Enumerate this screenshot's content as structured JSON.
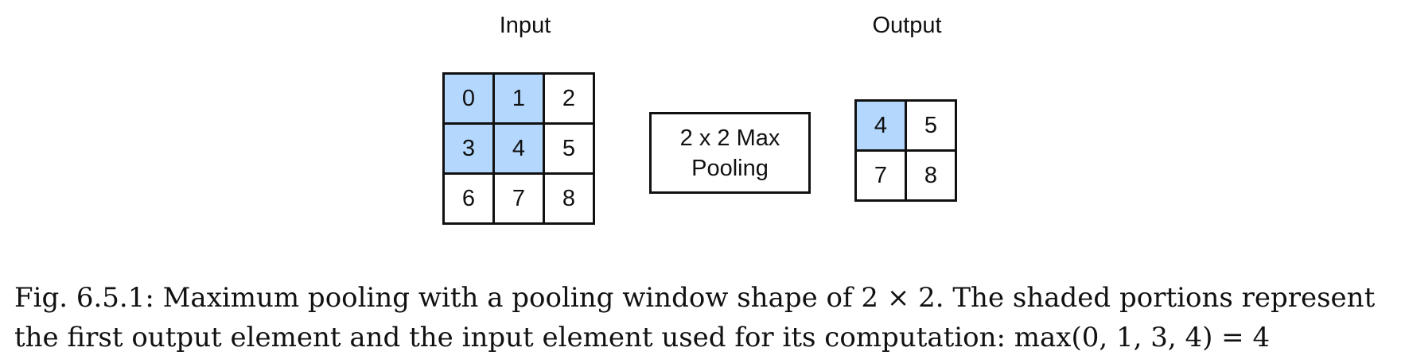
{
  "diagram": {
    "input_title": "Input",
    "output_title": "Output",
    "input": {
      "rows": [
        [
          "0",
          "1",
          "2"
        ],
        [
          "3",
          "4",
          "5"
        ],
        [
          "6",
          "7",
          "8"
        ]
      ],
      "shaded": [
        [
          true,
          true,
          false
        ],
        [
          true,
          true,
          false
        ],
        [
          false,
          false,
          false
        ]
      ]
    },
    "operation": {
      "line1": "2 x 2 Max",
      "line2": "Pooling"
    },
    "output": {
      "rows": [
        [
          "4",
          "5"
        ],
        [
          "7",
          "8"
        ]
      ],
      "shaded": [
        [
          true,
          false
        ],
        [
          false,
          false
        ]
      ]
    },
    "shade_color": "#b3d7fd"
  },
  "caption": {
    "line1": "Fig. 6.5.1: Maximum pooling with a pooling window shape of 2 × 2. The shaded portions represent",
    "line2": "the first output element and the input element used for its computation: max(0, 1, 3, 4) = 4"
  }
}
